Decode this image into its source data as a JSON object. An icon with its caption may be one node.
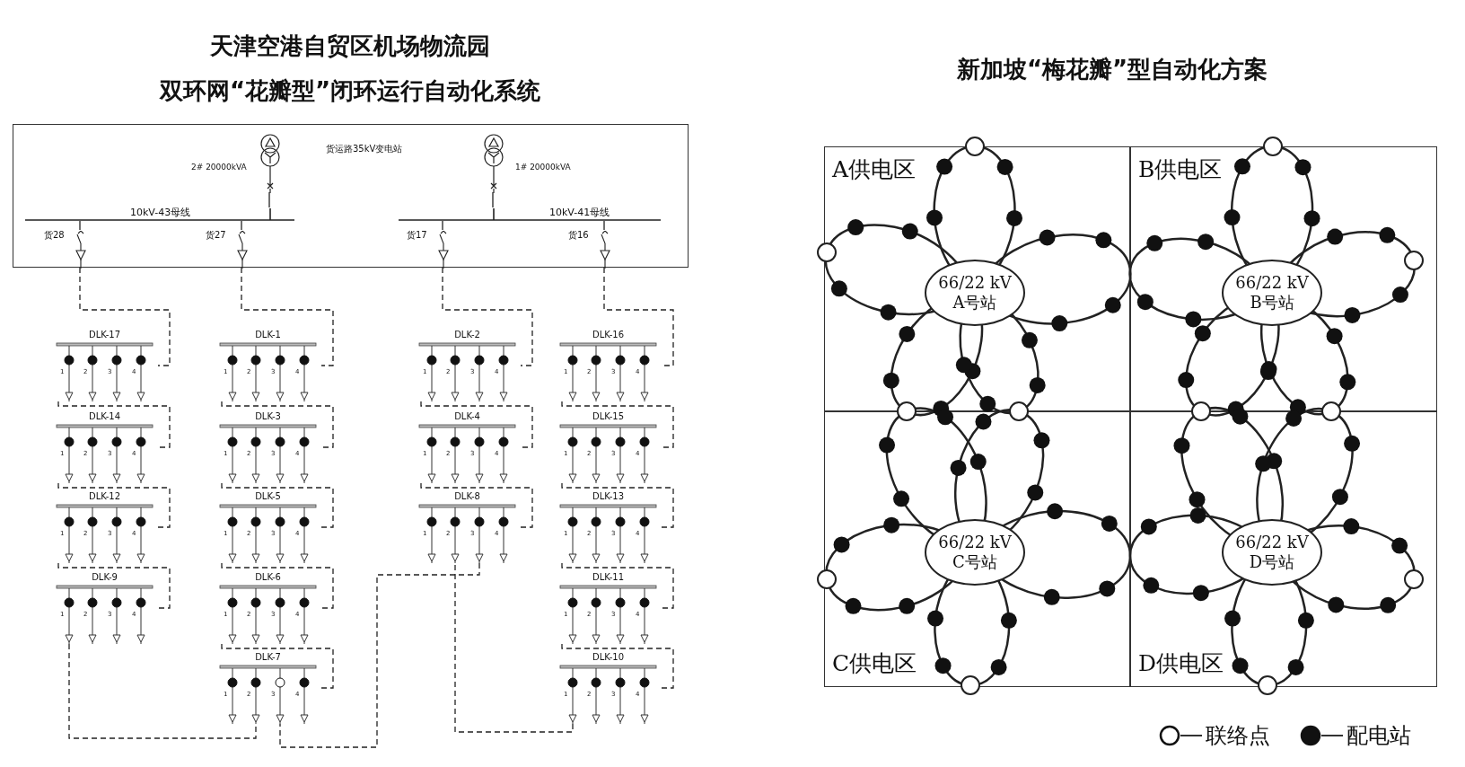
{
  "diagram": {
    "nodes": [
      {
        "text": [
          "货运路35kV变电站"
        ]
      },
      {
        "text": [
          "2# 20000kVA"
        ],
        "in": 0
      },
      {
        "text": [
          "1# 20000kVA"
        ],
        "in": 0
      },
      {
        "text": [
          "10kV-43母线"
        ],
        "in": 0
      },
      {
        "text": [
          "10kV-41母线"
        ],
        "in": 0
      },
      {
        "text": [
          "货28"
        ],
        "in": 0
      },
      {
        "text": [
          "货27"
        ],
        "in": 0
      },
      {
        "text": [
          "货17"
        ],
        "in": 0
      },
      {
        "text": [
          "货16"
        ],
        "in": 0
      },
      {
        "text": [
          "DLK-17",
          "1",
          "2",
          "3",
          "4"
        ]
      },
      {
        "text": [
          "DLK-1",
          "1",
          "2",
          "3",
          "4"
        ]
      },
      {
        "text": [
          "DLK-2",
          "1",
          "2",
          "3",
          "4"
        ]
      },
      {
        "text": [
          "DLK-16",
          "1",
          "2",
          "3",
          "4"
        ]
      },
      {
        "text": [
          "DLK-14",
          "1",
          "2",
          "3",
          "4"
        ]
      },
      {
        "text": [
          "DLK-3",
          "1",
          "2",
          "3",
          "4"
        ]
      },
      {
        "text": [
          "DLK-4",
          "1",
          "2",
          "3",
          "4"
        ]
      },
      {
        "text": [
          "DLK-15",
          "1",
          "2",
          "3",
          "4"
        ]
      },
      {
        "text": [
          "DLK-12",
          "1",
          "2",
          "3",
          "4"
        ]
      },
      {
        "text": [
          "DLK-5",
          "1",
          "2",
          "3",
          "4"
        ]
      },
      {
        "text": [
          "DLK-8",
          "1",
          "2",
          "3",
          "4"
        ]
      },
      {
        "text": [
          "DLK-13",
          "1",
          "2",
          "3",
          "4"
        ]
      },
      {
        "text": [
          "DLK-9",
          "1",
          "2",
          "3",
          "4"
        ]
      },
      {
        "text": [
          "DLK-6",
          "1",
          "2",
          "3",
          "4"
        ]
      },
      {
        "text": [
          "DLK-11",
          "1",
          "2",
          "3",
          "4"
        ]
      },
      {
        "text": [
          "DLK-7",
          "1",
          "2",
          "3",
          "4"
        ]
      },
      {
        "text": [
          "DLK-10",
          "1",
          "2",
          "3",
          "4"
        ]
      },
      {
        "text": [
          "A供电区"
        ]
      },
      {
        "text": [
          "66/22 kV A号站"
        ],
        "in": 26
      },
      {
        "text": [
          "B供电区"
        ]
      },
      {
        "text": [
          "66/22 kV B号站"
        ],
        "in": 28
      },
      {
        "text": [
          "C供电区"
        ]
      },
      {
        "text": [
          "66/22 kV C号站"
        ],
        "in": 30
      },
      {
        "text": [
          "D供电区"
        ]
      },
      {
        "text": [
          "66/22 kV D号站"
        ],
        "in": 32
      }
    ],
    "edges": [
      {
        "from": 1,
        "to": 3,
        "arrow": "none"
      },
      {
        "from": 2,
        "to": 4,
        "arrow": "none"
      },
      {
        "from": 3,
        "to": 5,
        "arrow": "none"
      },
      {
        "from": 3,
        "to": 6,
        "arrow": "none"
      },
      {
        "from": 4,
        "to": 7,
        "arrow": "none"
      },
      {
        "from": 4,
        "to": 8,
        "arrow": "none"
      },
      {
        "from": 5,
        "to": 9,
        "arrow": "none",
        "style": "dashed"
      },
      {
        "from": 9,
        "to": 13,
        "arrow": "none",
        "style": "dashed"
      },
      {
        "from": 13,
        "to": 17,
        "arrow": "none",
        "style": "dashed"
      },
      {
        "from": 17,
        "to": 21,
        "arrow": "none",
        "style": "dashed"
      },
      {
        "from": 21,
        "to": 24,
        "arrow": "none",
        "style": "dashed"
      },
      {
        "from": 6,
        "to": 10,
        "arrow": "none",
        "style": "dashed"
      },
      {
        "from": 10,
        "to": 14,
        "arrow": "none",
        "style": "dashed"
      },
      {
        "from": 14,
        "to": 18,
        "arrow": "none",
        "style": "dashed"
      },
      {
        "from": 18,
        "to": 22,
        "arrow": "none",
        "style": "dashed"
      },
      {
        "from": 22,
        "to": 24,
        "arrow": "none",
        "style": "dashed"
      },
      {
        "from": 7,
        "to": 11,
        "arrow": "none",
        "style": "dashed"
      },
      {
        "from": 11,
        "to": 15,
        "arrow": "none",
        "style": "dashed"
      },
      {
        "from": 15,
        "to": 19,
        "arrow": "none",
        "style": "dashed"
      },
      {
        "from": 19,
        "to": 24,
        "arrow": "none",
        "style": "dashed"
      },
      {
        "from": 8,
        "to": 12,
        "arrow": "none",
        "style": "dashed"
      },
      {
        "from": 12,
        "to": 16,
        "arrow": "none",
        "style": "dashed"
      },
      {
        "from": 16,
        "to": 20,
        "arrow": "none",
        "style": "dashed"
      },
      {
        "from": 20,
        "to": 23,
        "arrow": "none",
        "style": "dashed"
      },
      {
        "from": 23,
        "to": 25,
        "arrow": "none",
        "style": "dashed"
      },
      {
        "from": 25,
        "to": 19,
        "arrow": "none",
        "style": "dashed"
      }
    ],
    "labels": [
      "天津空港自贸区机场物流园双环网“花瓣型”闭环运行自动化系统",
      "新加坡“梅花瓣”型自动化方案"
    ],
    "legend": [
      {
        "text": "联络点"
      },
      {
        "text": "配电站"
      }
    ]
  }
}
